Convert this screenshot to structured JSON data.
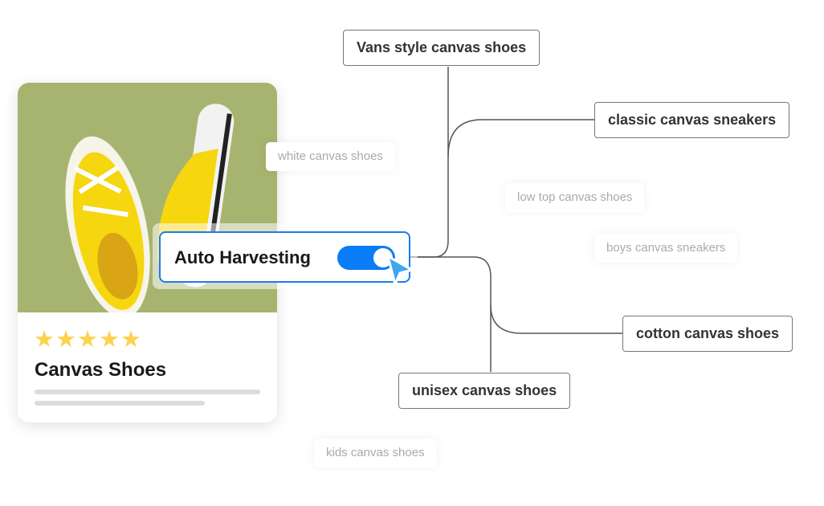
{
  "product": {
    "title": "Canvas Shoes",
    "rating": 5,
    "stars": "★★★★★"
  },
  "toggle": {
    "label": "Auto Harvesting",
    "on": true
  },
  "keywords": {
    "primary": [
      "Vans style canvas shoes",
      "classic canvas sneakers",
      "cotton canvas shoes",
      "unisex canvas shoes"
    ],
    "suggested": [
      "white canvas shoes",
      "low top canvas shoes",
      "boys canvas sneakers",
      "kids canvas shoes"
    ]
  },
  "colors": {
    "accent": "#0a7cf7",
    "star": "#fcd34d",
    "photo_bg": "#a7b46f"
  }
}
